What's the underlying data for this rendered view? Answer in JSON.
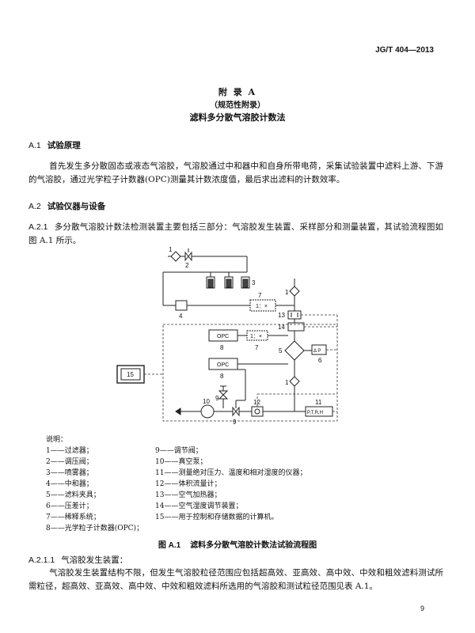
{
  "header": {
    "standard": "JG/T 404—2013"
  },
  "appendix": {
    "title": "附 录 A",
    "subtitle": "（规范性附录）",
    "name": "滤料多分散气溶胶计数法"
  },
  "sections": {
    "a1": {
      "num": "A.1",
      "title": "试验原理"
    },
    "a1_text": "首先发生多分散固态或液态气溶胶，气溶胶通过中和器中和自身所带电荷，采集试验装置中滤料上游、下游的气溶胶，通过光学粒子计数器(OPC)测量其计数浓度值，最后求出滤料的计数效率。",
    "a2": {
      "num": "A.2",
      "title": "试验仪器与设备"
    },
    "a21": {
      "num": "A.2.1",
      "text": "多分散气溶胶计数法检测装置主要包括三部分：气溶胶发生装置、采样部分和测量装置，其试验流程图如图 A.1 所示。"
    }
  },
  "diagram": {
    "labels": {
      "n1": "1",
      "n1b": "1",
      "n1c": "1",
      "n2": "2",
      "n3": "3",
      "n4": "4",
      "n5": "5",
      "n6": "6",
      "n7": "7",
      "n7b": "7",
      "n8": "8",
      "n8b": "8",
      "n9": "9",
      "n9b": "9",
      "n10": "10",
      "n11": "11",
      "n12": "12",
      "n13": "13",
      "n14": "14",
      "n15": "15"
    },
    "opc1": "OPC",
    "opc2": "OPC",
    "dilution": "1：×",
    "dilution2": "1：×",
    "dp": "Δ P",
    "ptrh": "P,T,R,H",
    "pc": "15"
  },
  "legend": {
    "title": "说明：",
    "items": [
      "1——过滤器；",
      "2——调压阀；",
      "3——喷雾器；",
      "4——中和器；",
      "5——滤料夹具；",
      "6——压差计；",
      "7——稀释系统；",
      "8——光学粒子计数器(OPC)；",
      "9——调节阀；",
      "10——真空泵；",
      "11——测量绝对压力、温度和相对湿度的仪器；",
      "12——体积流量计；",
      "13——空气加热器；",
      "14——空气湿度调节装置；",
      "15——用于控制和存储数据的计算机。"
    ]
  },
  "figure": {
    "num": "图 A.1",
    "caption": "滤料多分散气溶胶计数法试验流程图"
  },
  "a211": {
    "num": "A.2.1.1",
    "title": "气溶胶发生装置：",
    "text": "气溶胶发生装置结构不限，但发生气溶胶粒径范围应包括超高效、亚高效、高中效、中效和粗效滤料测试所需粒径，超高效、亚高效、高中效、中效和粗效滤料所选用的气溶胶和测试粒径范围见表 A.1。"
  },
  "page_number": "9"
}
